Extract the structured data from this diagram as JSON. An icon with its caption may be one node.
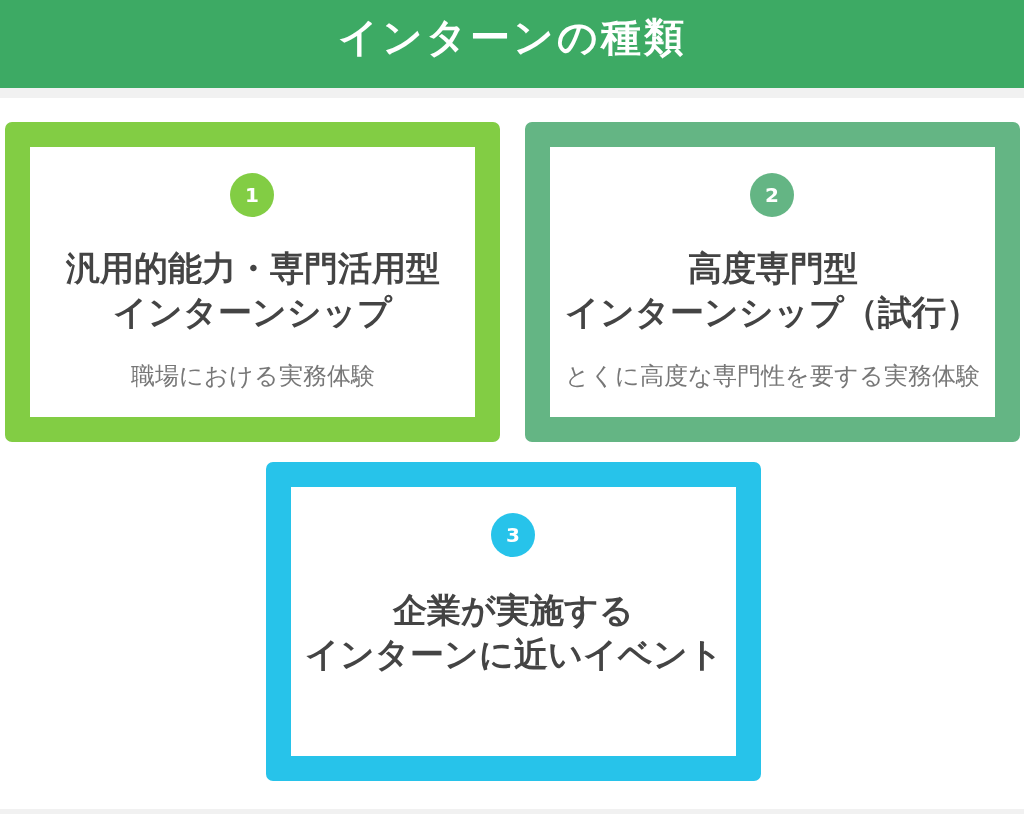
{
  "diagram": {
    "title": "インターンの種類",
    "nodes": [
      {
        "text": [
          "汎用的能力・専門活用型インターンシップ",
          "職場における実務体験"
        ]
      },
      {
        "text": [
          "1"
        ],
        "in": 0
      },
      {
        "text": [
          "高度専門型インターンシップ（試行）",
          "とくに高度な専門性を要する実務体験"
        ]
      },
      {
        "text": [
          "2"
        ],
        "in": 2
      },
      {
        "text": [
          "企業が実施するインターンに近いイベント"
        ]
      },
      {
        "text": [
          "3"
        ],
        "in": 4
      }
    ]
  }
}
